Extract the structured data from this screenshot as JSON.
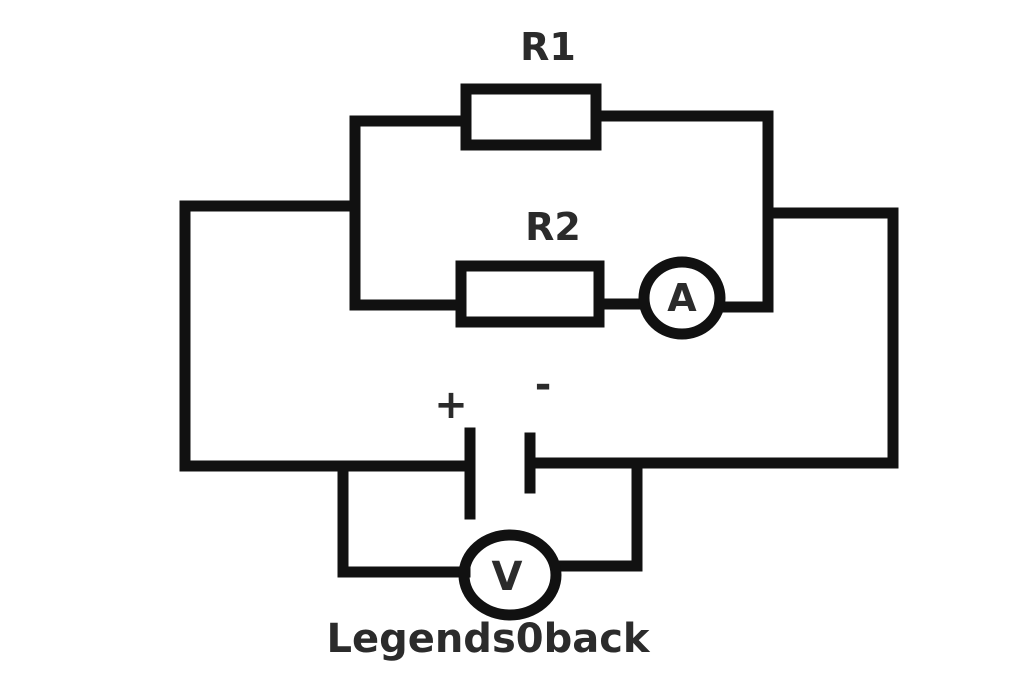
{
  "diagram": {
    "resistor_1_label": "R1",
    "resistor_2_label": "R2",
    "ammeter_symbol": "A",
    "voltmeter_symbol": "V",
    "battery_positive": "+",
    "battery_negative": "-",
    "watermark": "Legends0back"
  },
  "colors": {
    "line": "#111111",
    "text": "#2b2b2b",
    "background": "#ffffff"
  }
}
